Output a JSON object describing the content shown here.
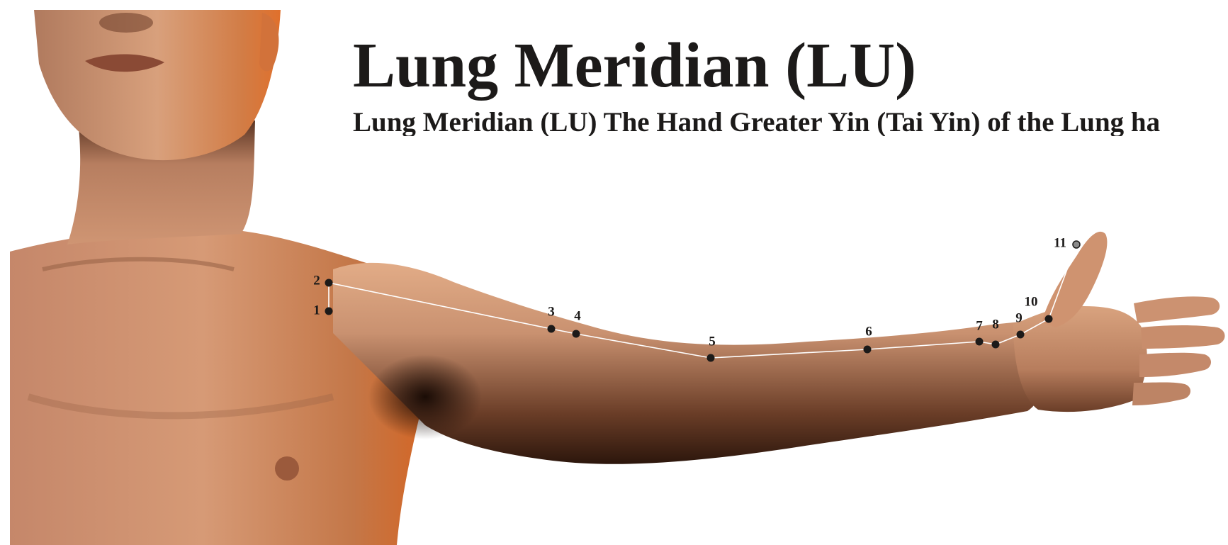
{
  "title": "Lung Meridian (LU)",
  "subtitle": "Lung Meridian (LU) The Hand Greater Yin (Tai Yin) of the Lung ha",
  "meridian": {
    "points": [
      {
        "label": "1"
      },
      {
        "label": "2"
      },
      {
        "label": "3"
      },
      {
        "label": "4"
      },
      {
        "label": "5"
      },
      {
        "label": "6"
      },
      {
        "label": "7"
      },
      {
        "label": "8"
      },
      {
        "label": "9"
      },
      {
        "label": "10"
      },
      {
        "label": "11"
      }
    ]
  },
  "colors": {
    "skin": "#c98d6c",
    "skin_shadow": "#3a2014",
    "skin_highlight": "#e8b48f",
    "skin_orange": "#d8621f",
    "channel_line": "#ffffff",
    "point": "#1c1a19",
    "text": "#1c1a19"
  }
}
